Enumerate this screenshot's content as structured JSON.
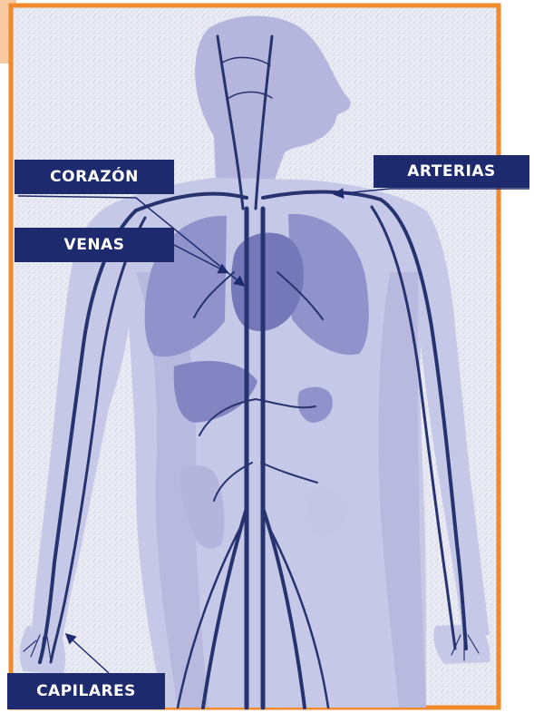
{
  "labels": {
    "corazon": "CORAZÓN",
    "venas": "VENAS",
    "arterias": "ARTERIAS",
    "capilares": "CAPILARES"
  },
  "colors": {
    "frame": "#f08a2c",
    "label_bg": "#1e2a6e",
    "label_text": "#ffffff",
    "body_light": "#c9cbe8",
    "body_mid": "#a7a9d6",
    "organ": "#8e90c8",
    "vessel": "#27336f"
  }
}
